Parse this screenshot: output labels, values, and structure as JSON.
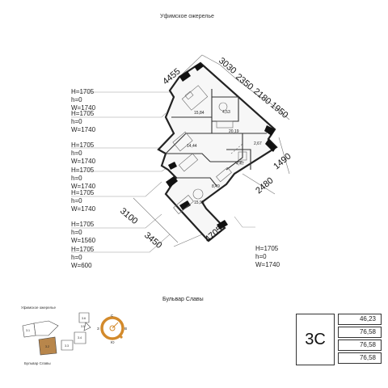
{
  "header": {
    "street_top": "Уфимское ожерелье"
  },
  "dimensions_top": {
    "d1": "4455",
    "d2": "3030",
    "d3": "2350",
    "d4": "2180",
    "d5": "1950"
  },
  "dimensions_right": {
    "d1": "2480",
    "d2": "1490"
  },
  "dimensions_bottom": {
    "d1": "3100",
    "d2": "3450",
    "d3": "4705"
  },
  "windows": [
    {
      "h": "H=1705",
      "h0": "h=0",
      "w": "W=1740"
    },
    {
      "h": "H=1705",
      "h0": "h=0",
      "w": "W=1740"
    },
    {
      "h": "H=1705",
      "h0": "h=0",
      "w": "W=1740"
    },
    {
      "h": "H=1705",
      "h0": "h=0",
      "w": "W=1740"
    },
    {
      "h": "H=1705",
      "h0": "h=0",
      "w": "W=1740"
    },
    {
      "h": "H=1705",
      "h0": "h=0",
      "w": "W=1560"
    },
    {
      "h": "H=1705",
      "h0": "h=0",
      "w": "W=600"
    },
    {
      "h": "H=1705",
      "h0": "h=0",
      "w": "W=1740"
    }
  ],
  "rooms": [
    {
      "area": "15,84"
    },
    {
      "area": "4,53"
    },
    {
      "area": "20,19"
    },
    {
      "area": "14,44"
    },
    {
      "area": "2,67"
    },
    {
      "area": "4,47"
    },
    {
      "area": "8,49"
    },
    {
      "area": "15,95"
    }
  ],
  "street_bottom": "Бульвар Славы",
  "key_plan": {
    "street_top": "Уфимское ожерелье",
    "street_bottom": "Бульвар Славы",
    "sections": [
      "3.1",
      "3.2",
      "3.3",
      "3.4",
      "3.5",
      "3.6"
    ],
    "highlight_color": "#b8864b"
  },
  "compass": {
    "n": "С",
    "e": "В",
    "s": "Ю",
    "w": "З"
  },
  "summary": {
    "type": "3С",
    "values": [
      "46,23",
      "76,58",
      "76,58",
      "76,58"
    ]
  }
}
